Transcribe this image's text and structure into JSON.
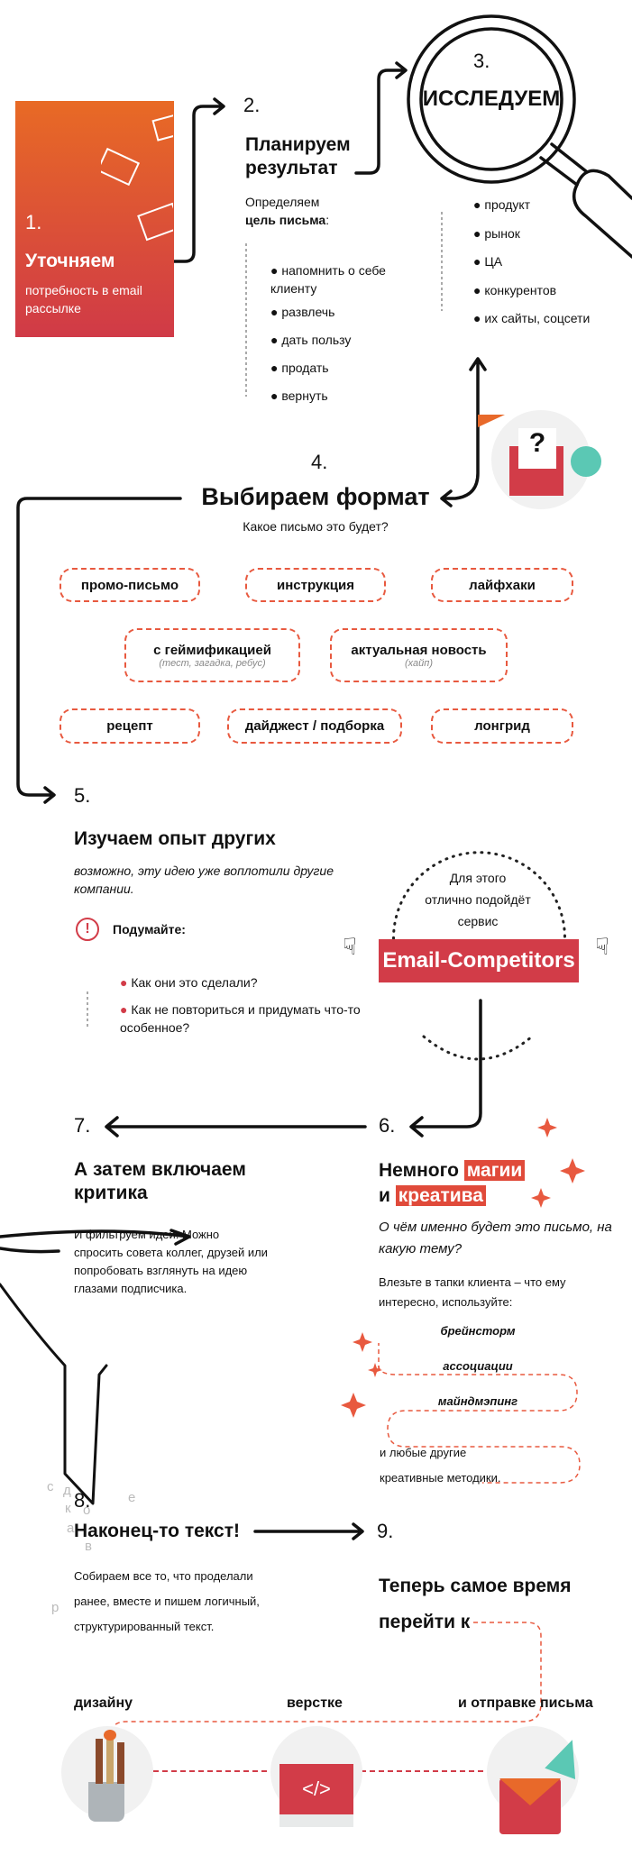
{
  "step1": {
    "num": "1.",
    "title": "Уточняем",
    "text": "потребность в email рассылке"
  },
  "step2": {
    "num": "2.",
    "title": "Планируем результат",
    "intro": "Определяем",
    "intro_bold": "цель письма",
    "colon": ":",
    "items": [
      "напомнить о себе клиенту",
      "развлечь",
      "дать пользу",
      "продать",
      "вернуть"
    ]
  },
  "step3": {
    "num": "3.",
    "title": "ИССЛЕДУЕМ",
    "items": [
      "продукт",
      "рынок",
      "ЦА",
      "конкурентов",
      "их сайты, соцсети"
    ]
  },
  "step4": {
    "num": "4.",
    "title": "Выбираем формат",
    "subtitle": "Какое письмо это будет?",
    "formats": [
      {
        "label": "промо-письмо"
      },
      {
        "label": "инструкция"
      },
      {
        "label": "лайфхаки"
      },
      {
        "label": "с геймификацией",
        "note": "(тест, загадка, ребус)"
      },
      {
        "label": "актуальная новость",
        "note": "(хайп)"
      },
      {
        "label": "рецепт"
      },
      {
        "label": "дайджест / подборка"
      },
      {
        "label": "лонгрид"
      }
    ],
    "icon_glyph": "?"
  },
  "step5": {
    "num": "5.",
    "title": "Изучаем опыт других",
    "italic": "возможно, эту идею уже воплотили другие компании.",
    "think": "Подумайте:",
    "items": [
      "Как они это сделали?",
      "Как не повториться и придумать что-то особенное?"
    ],
    "service_lines": [
      "Для этого",
      "отлично подойдёт",
      "сервис"
    ],
    "service": "Email-Competitors"
  },
  "step6": {
    "num": "6.",
    "title_a": "Немного",
    "hl1": "магии",
    "title_b": "и",
    "hl2": "креатива",
    "italic": "О чём именно будет это письмо, на какую тему?",
    "text": "Влезьте в тапки клиента – что ему интересно, используйте:",
    "methods": [
      "брейнсторм",
      "ассоциации",
      "майндмэпинг"
    ],
    "outro1": "и любые другие",
    "outro2": "креативные методики."
  },
  "step7": {
    "num": "7.",
    "title": "А затем включаем критика",
    "text": "И фильтруем идеи. Можно спросить совета коллег, друзей или попробовать взглянуть на идею глазами подписчика.",
    "falling": [
      "д",
      "к",
      "о",
      "а",
      "в",
      "с",
      "е",
      "р"
    ]
  },
  "step8": {
    "num": "8.",
    "title": "Наконец-то текст!",
    "text": "Собираем все то, что проделали ранее, вместе и пишем логичный, структурированный текст."
  },
  "step9": {
    "num": "9.",
    "title1": "Теперь самое время",
    "title2": "перейти к",
    "targets": [
      "дизайну",
      "верстке",
      "и отправке письма"
    ],
    "code_glyph": "</>"
  },
  "colors": {
    "red": "#d23c48",
    "orange": "#e8692a",
    "teal": "#5bc8b4",
    "grey": "#f1f1f1"
  }
}
